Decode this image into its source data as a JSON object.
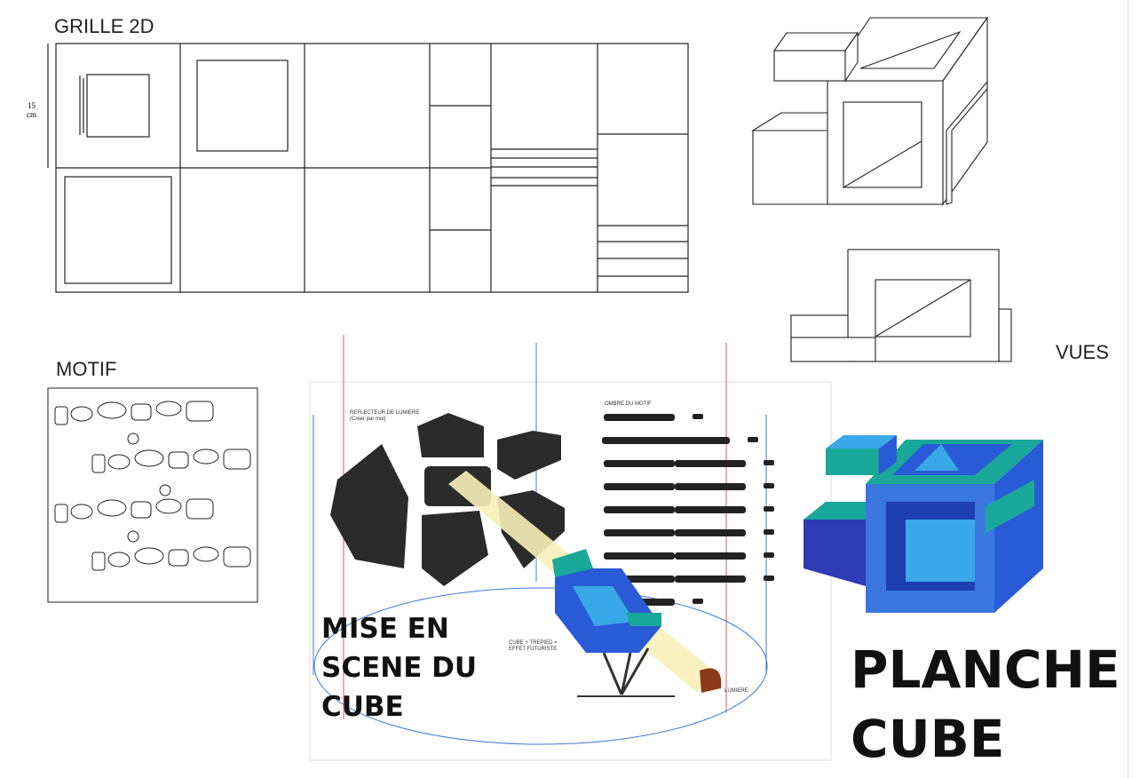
{
  "grid": {
    "title": "GRILLE 2D",
    "dimension_value": "15",
    "dimension_unit": "cm"
  },
  "motif": {
    "title": "MOTIF"
  },
  "views": {
    "title": "VUES"
  },
  "scene": {
    "title_lines": [
      "MISE EN",
      "SCENE DU",
      "CUBE"
    ],
    "reflector_label": "REFLECTEUR DE LUMIERE (Creer par moi)",
    "shadow_label": "OMBRE DU MOTIF",
    "tripod_label": "CUBE + TREPIED = EFFET FUTURISTE",
    "light_label": "LUMIERE"
  },
  "board": {
    "title_lines": [
      "PLANCHE",
      "CUBE"
    ]
  },
  "colors": {
    "cube_blue": "#2a5bd7",
    "cube_teal": "#1aa89a",
    "cube_light": "#3aa8e8",
    "guide_red": "#e05a5a",
    "guide_blue": "#3a78d0"
  }
}
